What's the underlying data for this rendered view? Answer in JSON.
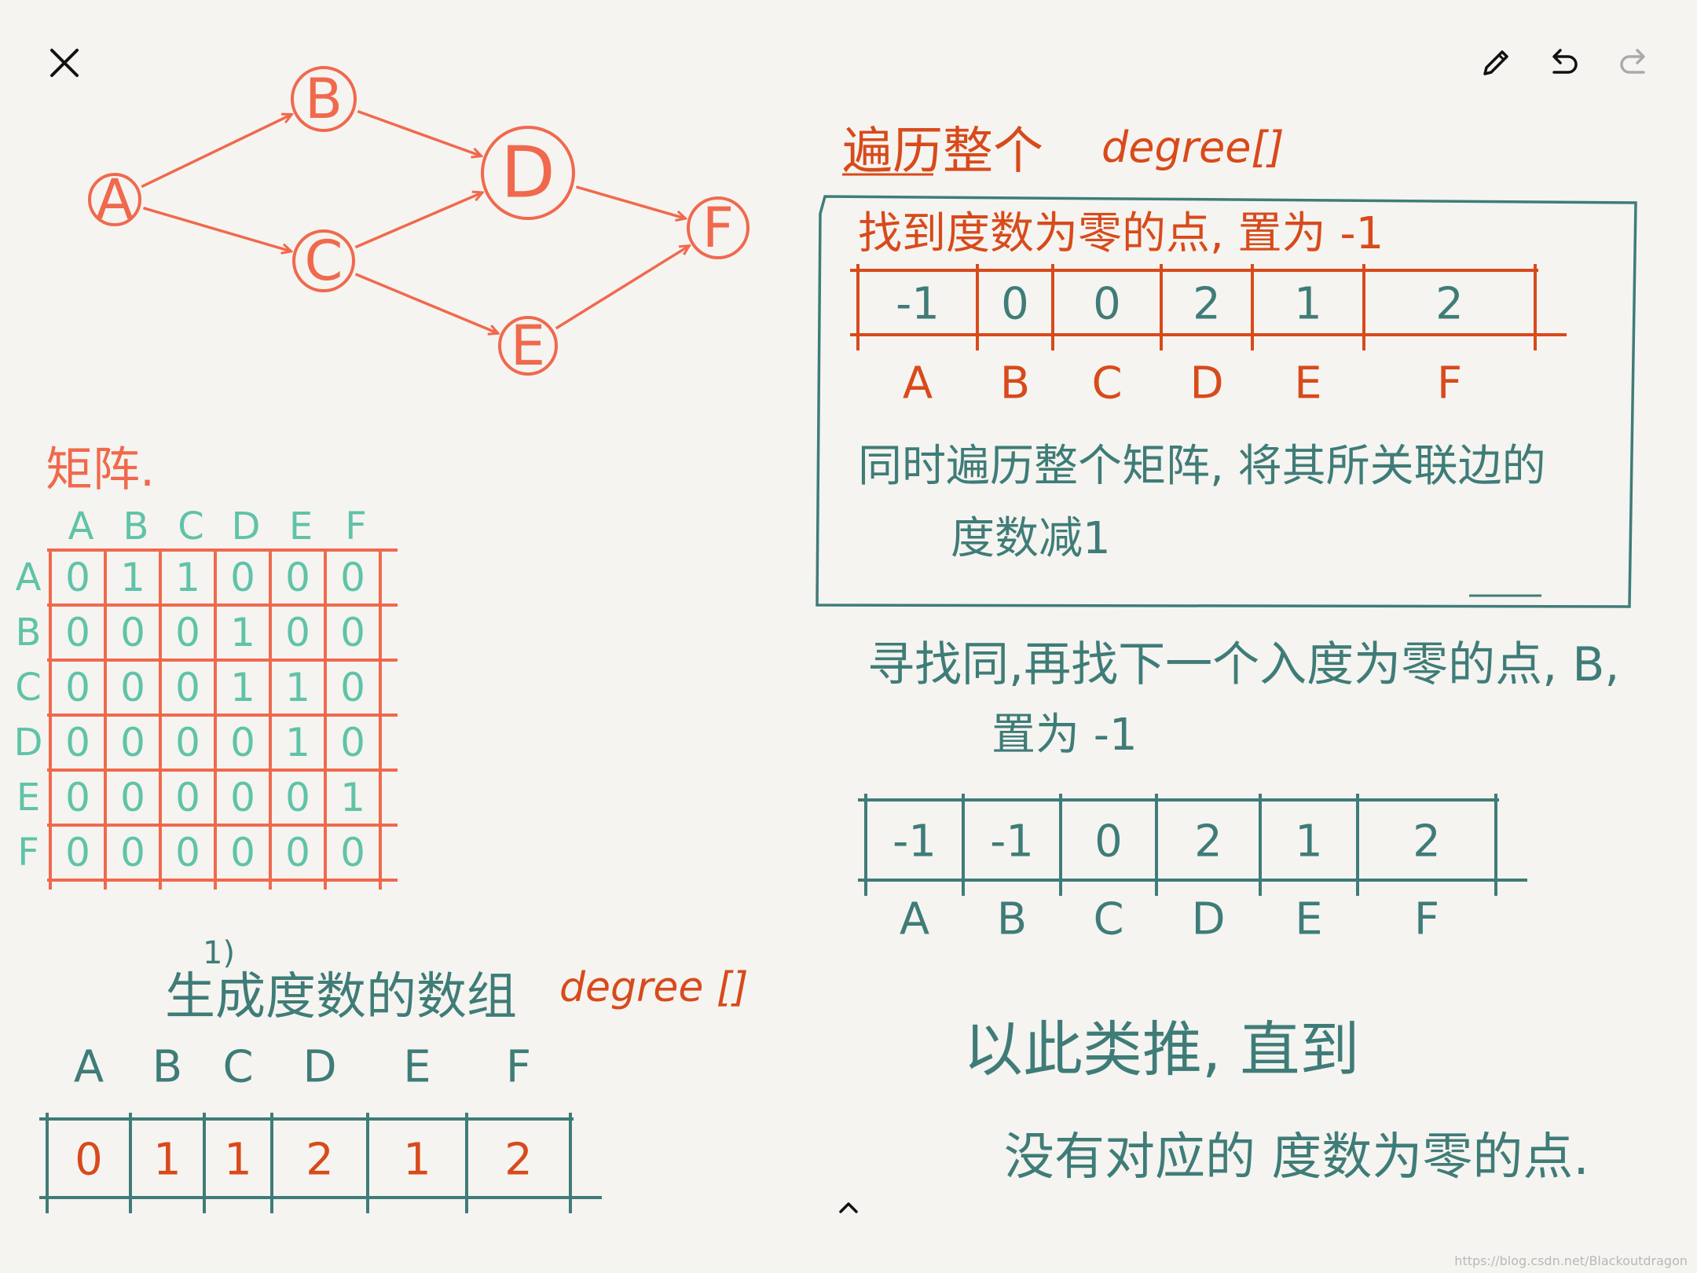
{
  "toolbar": {
    "close_icon": "close-icon",
    "pen_icon": "pencil-icon",
    "undo_icon": "undo-icon",
    "redo_icon": "redo-icon",
    "expand_icon": "chevron-up-icon"
  },
  "graph": {
    "nodes": [
      "A",
      "B",
      "C",
      "D",
      "E",
      "F"
    ],
    "edges": [
      [
        "A",
        "B"
      ],
      [
        "A",
        "C"
      ],
      [
        "B",
        "D"
      ],
      [
        "C",
        "D"
      ],
      [
        "C",
        "E"
      ],
      [
        "D",
        "F"
      ],
      [
        "E",
        "F"
      ]
    ]
  },
  "matrix": {
    "title": "矩阵.",
    "col_headers": [
      "A",
      "B",
      "C",
      "D",
      "E",
      "F"
    ],
    "row_headers": [
      "A",
      "B",
      "C",
      "D",
      "E",
      "F"
    ],
    "rows": [
      [
        "0",
        "1",
        "1",
        "0",
        "0",
        "0"
      ],
      [
        "0",
        "0",
        "0",
        "1",
        "0",
        "0"
      ],
      [
        "0",
        "0",
        "0",
        "1",
        "1",
        "0"
      ],
      [
        "0",
        "0",
        "0",
        "0",
        "1",
        "0"
      ],
      [
        "0",
        "0",
        "0",
        "0",
        "0",
        "1"
      ],
      [
        "0",
        "0",
        "0",
        "0",
        "0",
        "0"
      ]
    ]
  },
  "step1": {
    "marker": "1)",
    "heading": "生成度数的数组",
    "heading_code": "degree []",
    "labels": [
      "A",
      "B",
      "C",
      "D",
      "E",
      "F"
    ],
    "values": [
      "0",
      "1",
      "1",
      "2",
      "1",
      "2"
    ]
  },
  "step2": {
    "heading": "遍历整个",
    "heading_code": "degree[]",
    "line1": "找到度数为零的点, 置为 -1",
    "values": [
      "-1",
      "0",
      "0",
      "2",
      "1",
      "2"
    ],
    "labels": [
      "A",
      "B",
      "C",
      "D",
      "E",
      "F"
    ],
    "line2": "同时遍历整个矩阵, 将其所关联边的",
    "line3": "度数减1"
  },
  "step3": {
    "line1": "寻找同,再找下一个入度为零的点, B,",
    "line2": "置为 -1",
    "values": [
      "-1",
      "-1",
      "0",
      "2",
      "1",
      "2"
    ],
    "labels": [
      "A",
      "B",
      "C",
      "D",
      "E",
      "F"
    ]
  },
  "conclusion": {
    "line1": "以此类推, 直到",
    "line2": "没有对应的 度数为零的点."
  },
  "watermark": "https://blog.csdn.net/Blackoutdragon"
}
